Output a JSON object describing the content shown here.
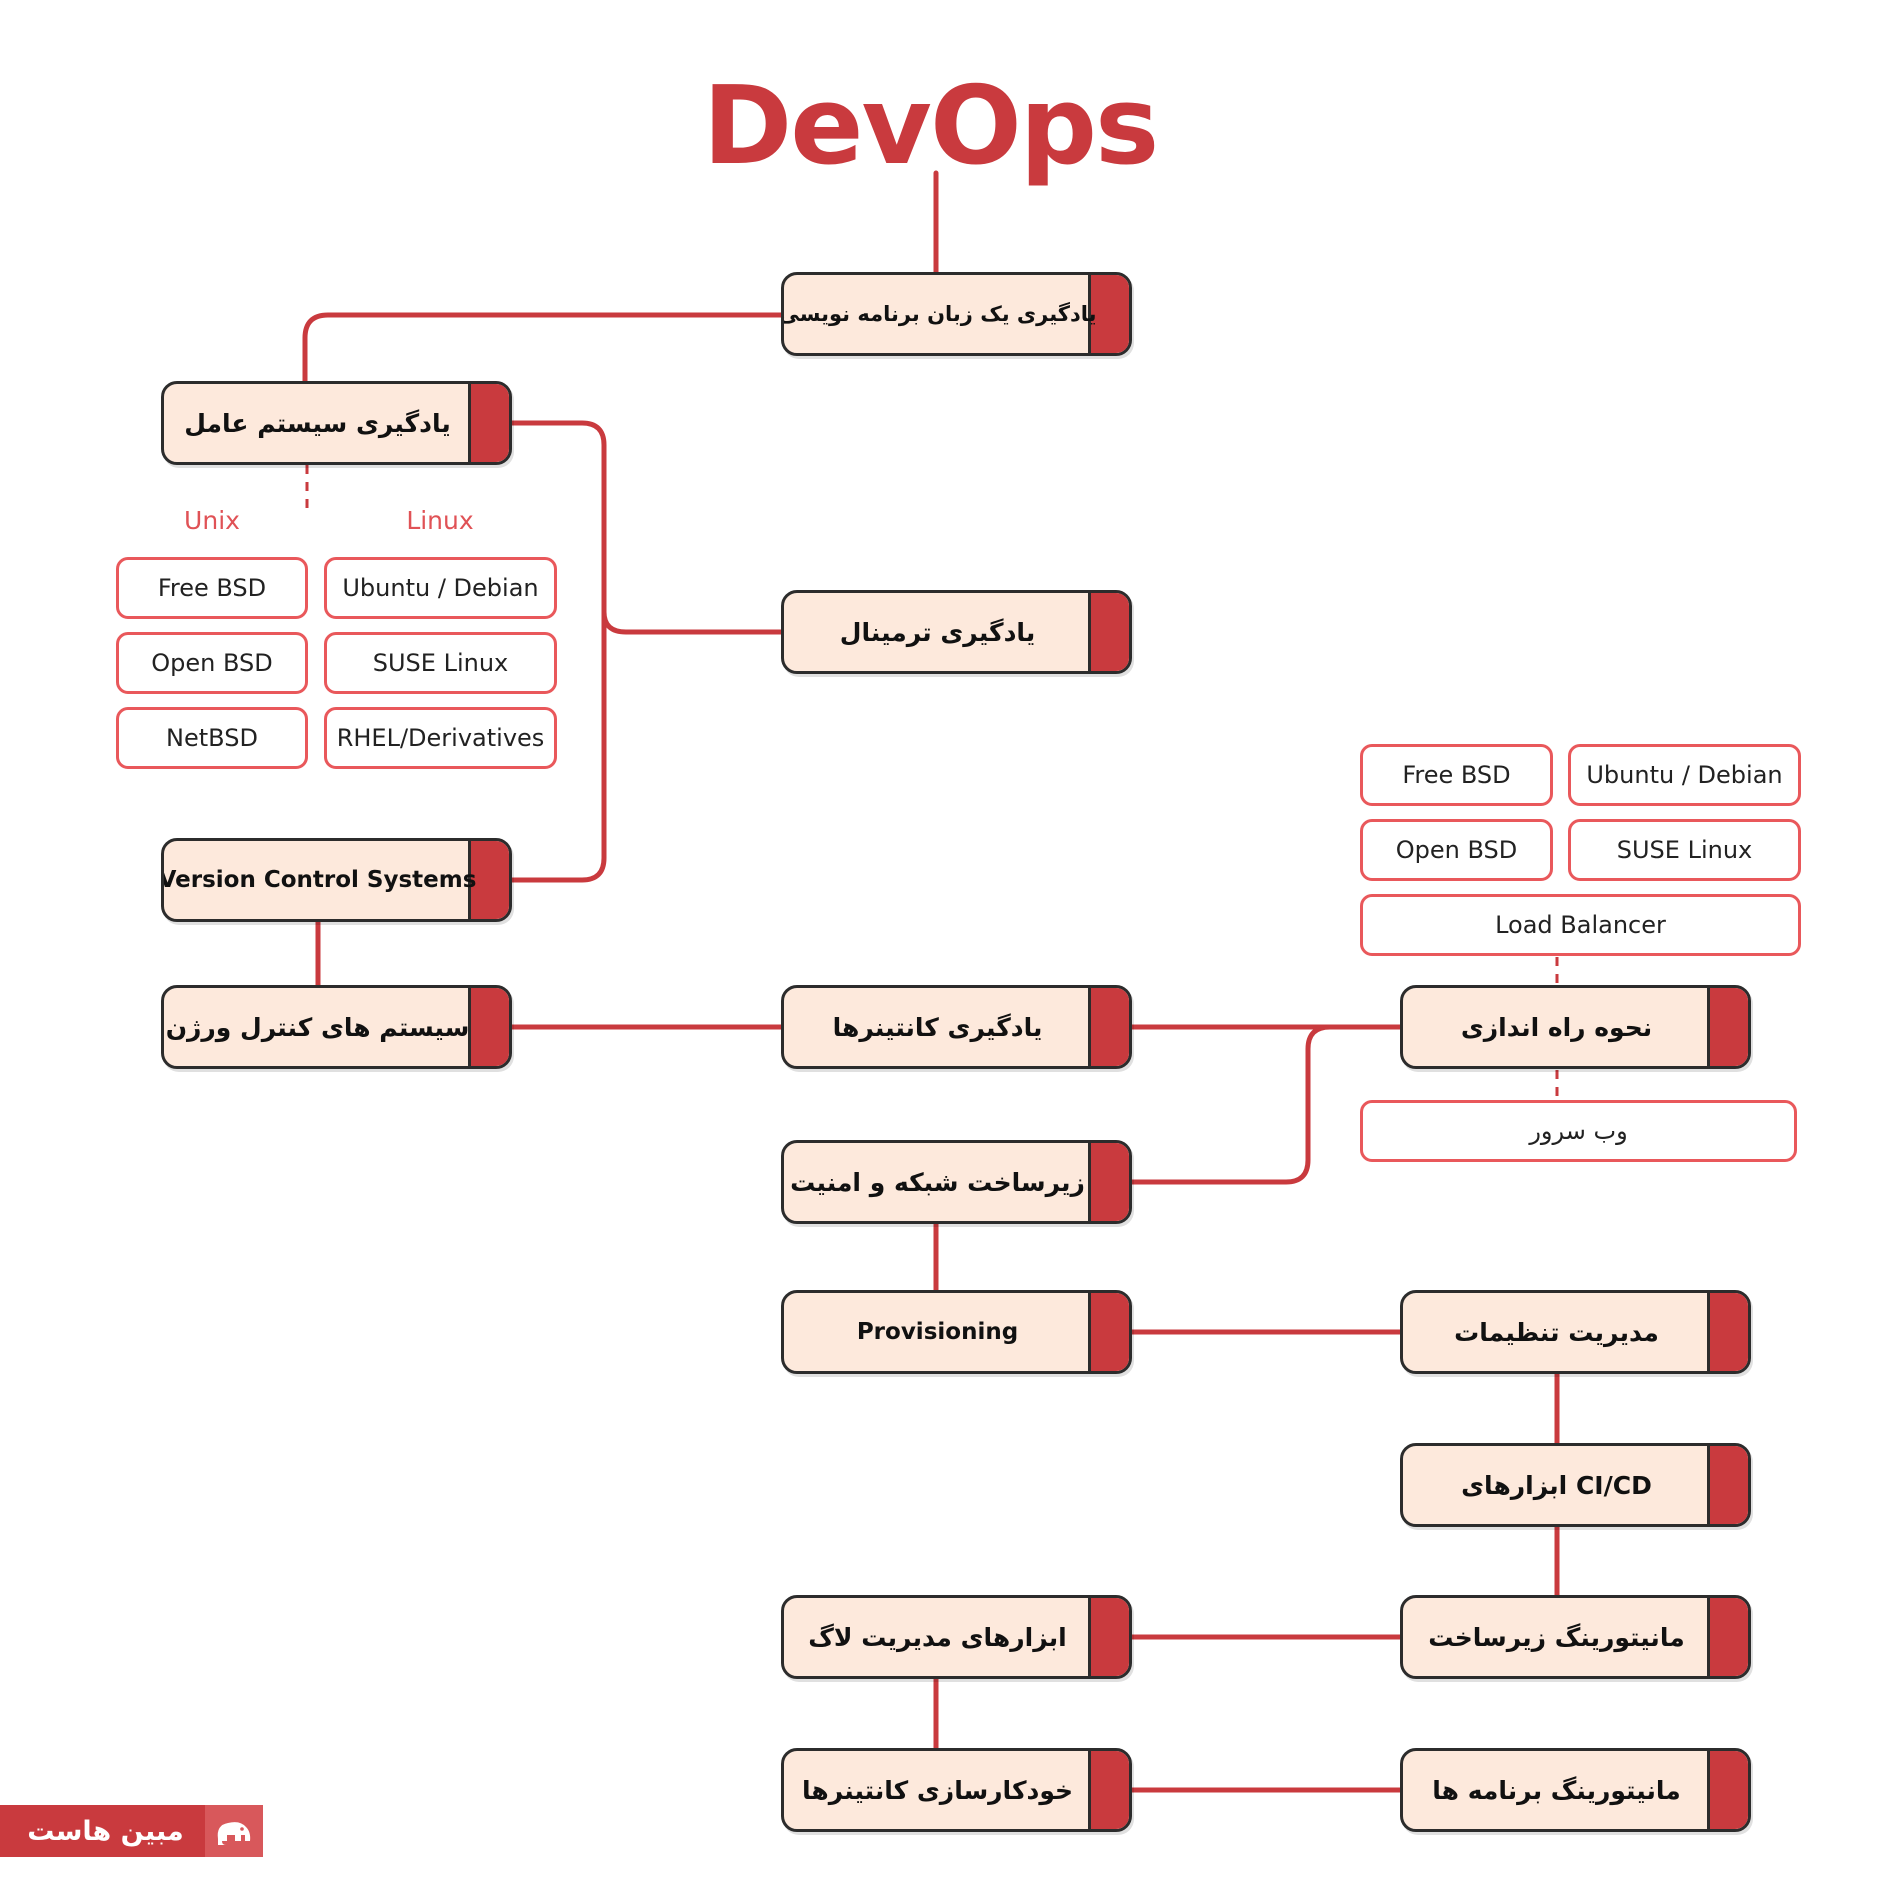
{
  "title": "DevOps",
  "colors": {
    "accent": "#c93a3e",
    "node_fill": "#fde9dc",
    "chip_border": "#e9585b",
    "outline": "#2c2c2c"
  },
  "nodes": {
    "programming_language": "یادگیری یک زبان برنامه نویسی",
    "operating_system": "یادگیری سیستم عامل",
    "terminal": "یادگیری ترمینال",
    "vcs_en": "Version Control Systems",
    "vcs_fa": "سیستم های کنترل ورژن",
    "containers": "یادگیری کانتینرها",
    "setup": "نحوه راه اندازی",
    "network_security": "زیرساخت شبکه و امنیت",
    "provisioning": "Provisioning",
    "config_management": "مدیریت تنظیمات",
    "cicd_tools": "ابزارهای CI/CD",
    "infra_monitoring": "مانیتورینگ زیرساخت",
    "log_tools": "ابزارهای مدیریت لاگ",
    "container_automation": "خودکارسازی کانتینرها",
    "app_monitoring": "مانیتورینگ برنامه ها"
  },
  "os_groups": {
    "unix": {
      "heading": "Unix",
      "items": [
        "Free BSD",
        "Open BSD",
        "NetBSD"
      ]
    },
    "linux": {
      "heading": "Linux",
      "items": [
        "Ubuntu / Debian",
        "SUSE Linux",
        "RHEL/Derivatives"
      ]
    }
  },
  "setup_options": {
    "servers": [
      "Free BSD",
      "Ubuntu / Debian",
      "Open BSD",
      "SUSE Linux"
    ],
    "load_balancer": "Load Balancer",
    "web_server": "وب سرور"
  },
  "logo": {
    "text": "مبین هاست",
    "icon": "elephant-icon"
  }
}
